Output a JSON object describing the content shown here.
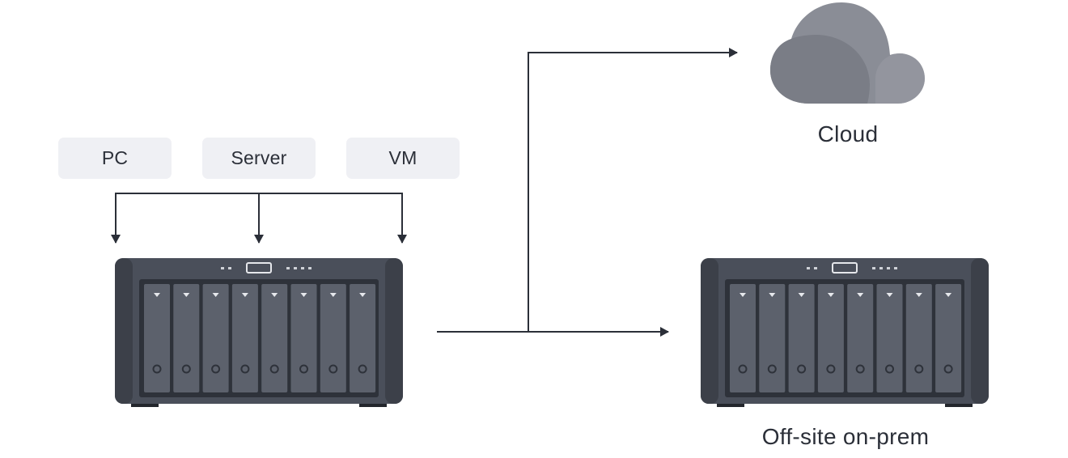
{
  "sources": [
    {
      "label": "PC"
    },
    {
      "label": "Server"
    },
    {
      "label": "VM"
    }
  ],
  "destinations": {
    "cloud": {
      "label": "Cloud"
    },
    "offsite": {
      "label": "Off-site on-prem"
    }
  },
  "devices": {
    "drive_bays": 8
  },
  "colors": {
    "chassis": "#4a4f5a",
    "panel": "#2e323a",
    "bay": "#5c616c",
    "cloud": "#8a8d96",
    "box_bg": "#eff0f4",
    "line": "#2b2f38",
    "text": "#2b2f38"
  },
  "icons": [
    "nas-icon",
    "cloud-icon",
    "arrow-icon"
  ]
}
